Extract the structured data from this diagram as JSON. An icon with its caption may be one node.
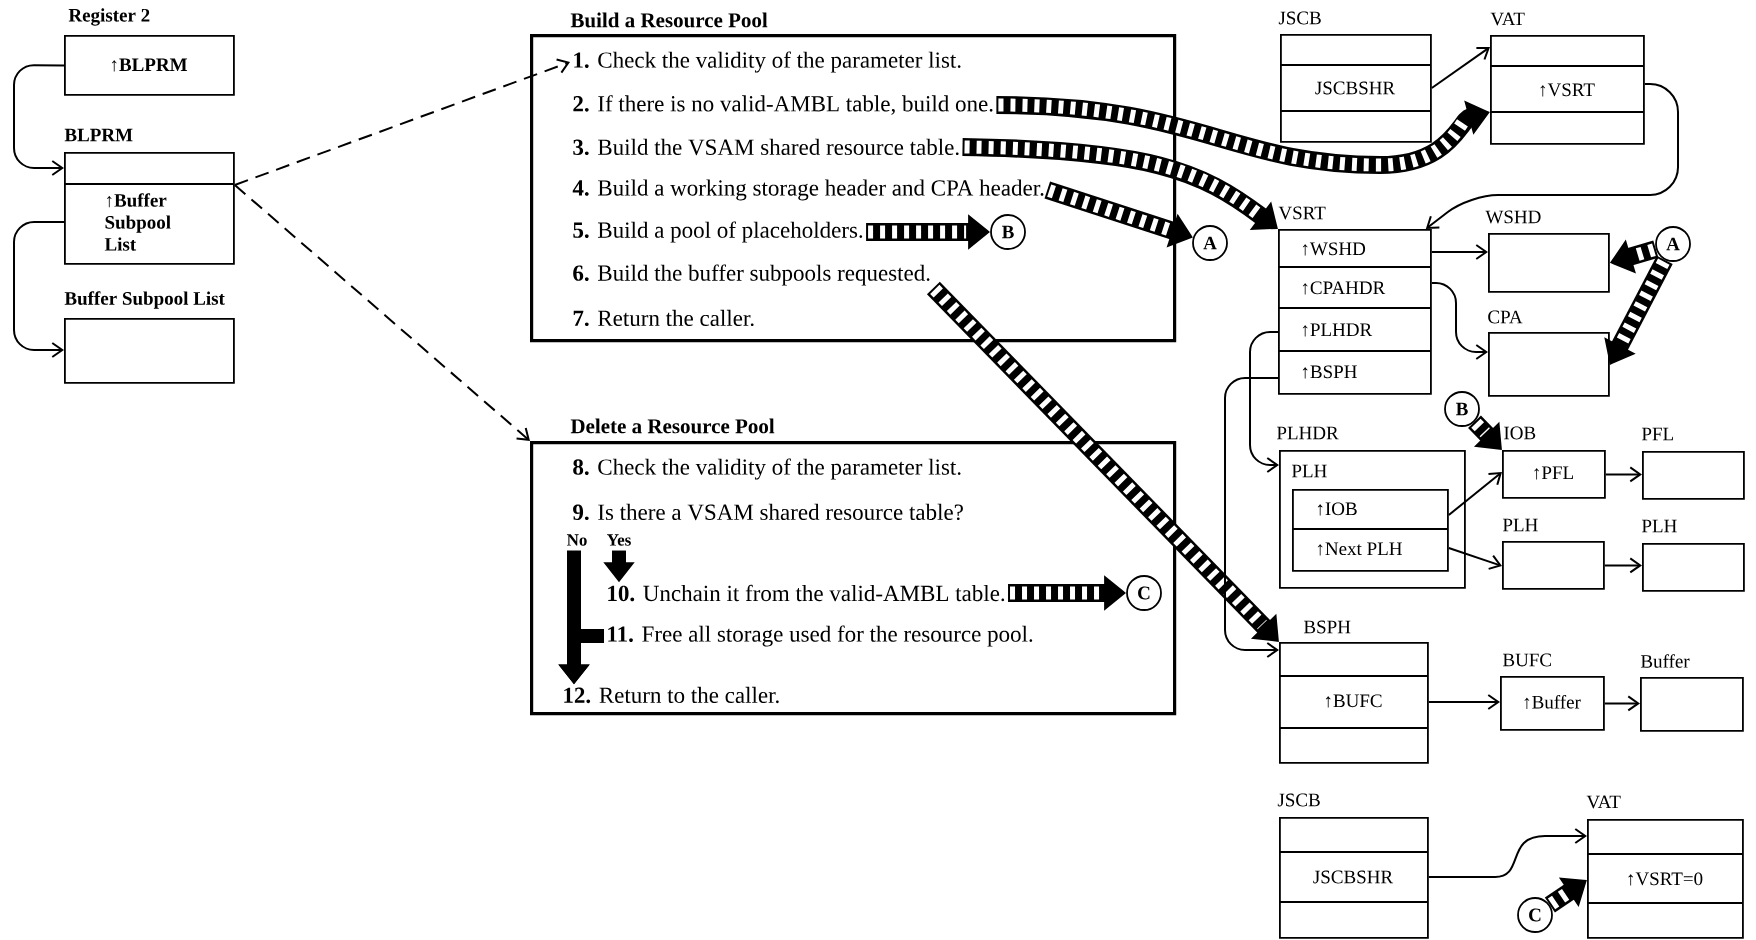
{
  "diagram": {
    "nodes": [
      {
        "text": [
          "Register 2",
          "↑BLPRM"
        ]
      },
      {
        "text": [
          "BLPRM",
          "↑Buffer Subpool List"
        ]
      },
      {
        "text": [
          "Buffer Subpool List"
        ]
      },
      {
        "text": [
          "Build a Resource Pool"
        ]
      },
      {
        "text": [
          "**1.** Check the validity of the parameter list."
        ],
        "in": 3
      },
      {
        "text": [
          "**2.** If there is no valid-AMBL table, build one."
        ],
        "in": 3
      },
      {
        "text": [
          "**3.** Build the VSAM shared resource table."
        ],
        "in": 3
      },
      {
        "text": [
          "**4.** Build a working storage header and CPA header."
        ],
        "in": 3
      },
      {
        "text": [
          "**5.** Build a pool of placeholders."
        ],
        "in": 3
      },
      {
        "text": [
          "**6.** Build the buffer subpools requested."
        ],
        "in": 3
      },
      {
        "text": [
          "**7.** Return the caller."
        ],
        "in": 3
      },
      {
        "text": [
          "B"
        ],
        "in": 3
      },
      {
        "text": [
          "Delete a Resource Pool"
        ]
      },
      {
        "text": [
          "**8.** Check the validity of the parameter list."
        ],
        "in": 12
      },
      {
        "text": [
          "**9.** Is there a VSAM shared resource table?"
        ],
        "in": 12
      },
      {
        "text": [
          "**10.** Unchain it from the valid-AMBL table."
        ],
        "in": 12
      },
      {
        "text": [
          "**11.** Free all storage used for the resource pool."
        ],
        "in": 12
      },
      {
        "text": [
          "**12.** Return to the caller."
        ],
        "in": 12
      },
      {
        "text": [
          "C"
        ],
        "in": 12
      },
      {
        "text": [
          "A"
        ]
      },
      {
        "text": [
          "JSCB",
          "JSCBSHR"
        ]
      },
      {
        "text": [
          "VAT",
          "↑VSRT"
        ]
      },
      {
        "text": [
          "VSRT",
          "↑WSHD",
          "↑CPAHDR",
          "↑PLHDR",
          "↑BSPH"
        ]
      },
      {
        "text": [
          "WSHD"
        ]
      },
      {
        "text": [
          "A"
        ]
      },
      {
        "text": [
          "CPA"
        ]
      },
      {
        "text": [
          "B"
        ]
      },
      {
        "text": [
          "PLHDR"
        ]
      },
      {
        "text": [
          "PLH",
          "↑IOB",
          "↑Next PLH"
        ],
        "in": 27
      },
      {
        "text": [
          "IOB",
          "↑PFL"
        ]
      },
      {
        "text": [
          "PFL"
        ]
      },
      {
        "text": [
          "PLH"
        ]
      },
      {
        "text": [
          "PLH"
        ]
      },
      {
        "text": [
          "BSPH",
          "↑BUFC"
        ]
      },
      {
        "text": [
          "BUFC",
          "↑Buffer"
        ]
      },
      {
        "text": [
          "Buffer"
        ]
      },
      {
        "text": [
          "JSCB",
          "JSCBSHR"
        ]
      },
      {
        "text": [
          "VAT",
          "↑VSRT=0"
        ]
      },
      {
        "text": [
          "C"
        ]
      }
    ],
    "edges": [
      {
        "from": 0,
        "to": 1,
        "arrow": "to"
      },
      {
        "from": 1,
        "to": 2,
        "arrow": "to"
      },
      {
        "from": 1,
        "to": 4,
        "arrow": "to",
        "style": "dashed"
      },
      {
        "from": 1,
        "to": 12,
        "arrow": "to",
        "style": "dashed"
      },
      {
        "from": 5,
        "to": 21,
        "arrow": "to",
        "style": "thick"
      },
      {
        "from": 6,
        "to": 22,
        "arrow": "to",
        "style": "thick"
      },
      {
        "from": 7,
        "to": 19,
        "arrow": "to",
        "style": "thick"
      },
      {
        "from": 8,
        "to": 11,
        "arrow": "to",
        "style": "thick"
      },
      {
        "from": 9,
        "to": 33,
        "arrow": "to",
        "style": "thick"
      },
      {
        "from": 15,
        "to": 18,
        "arrow": "to",
        "style": "thick"
      },
      {
        "from": 24,
        "to": 23,
        "arrow": "to",
        "style": "thick"
      },
      {
        "from": 24,
        "to": 25,
        "arrow": "to",
        "style": "thick"
      },
      {
        "from": 26,
        "to": 29,
        "arrow": "to",
        "style": "thick"
      },
      {
        "from": 38,
        "to": 37,
        "arrow": "to",
        "style": "thick"
      },
      {
        "from": 14,
        "to": 17,
        "arrow": "to",
        "style": "thick",
        "label": "No"
      },
      {
        "from": 14,
        "to": 15,
        "arrow": "to",
        "style": "thick",
        "label": "Yes"
      },
      {
        "from": 16,
        "to": 17,
        "arrow": "to",
        "style": "thick"
      },
      {
        "from": 20,
        "to": 21,
        "arrow": "to"
      },
      {
        "from": 21,
        "to": 22,
        "arrow": "to"
      },
      {
        "from": 22,
        "to": 23,
        "arrow": "to"
      },
      {
        "from": 22,
        "to": 25,
        "arrow": "to"
      },
      {
        "from": 22,
        "to": 27,
        "arrow": "to"
      },
      {
        "from": 22,
        "to": 33,
        "arrow": "to"
      },
      {
        "from": 28,
        "to": 29,
        "arrow": "to"
      },
      {
        "from": 28,
        "to": 31,
        "arrow": "to"
      },
      {
        "from": 29,
        "to": 30,
        "arrow": "to"
      },
      {
        "from": 31,
        "to": 32,
        "arrow": "to"
      },
      {
        "from": 33,
        "to": 34,
        "arrow": "to"
      },
      {
        "from": 34,
        "to": 35,
        "arrow": "to"
      },
      {
        "from": 36,
        "to": 37,
        "arrow": "to"
      }
    ]
  }
}
